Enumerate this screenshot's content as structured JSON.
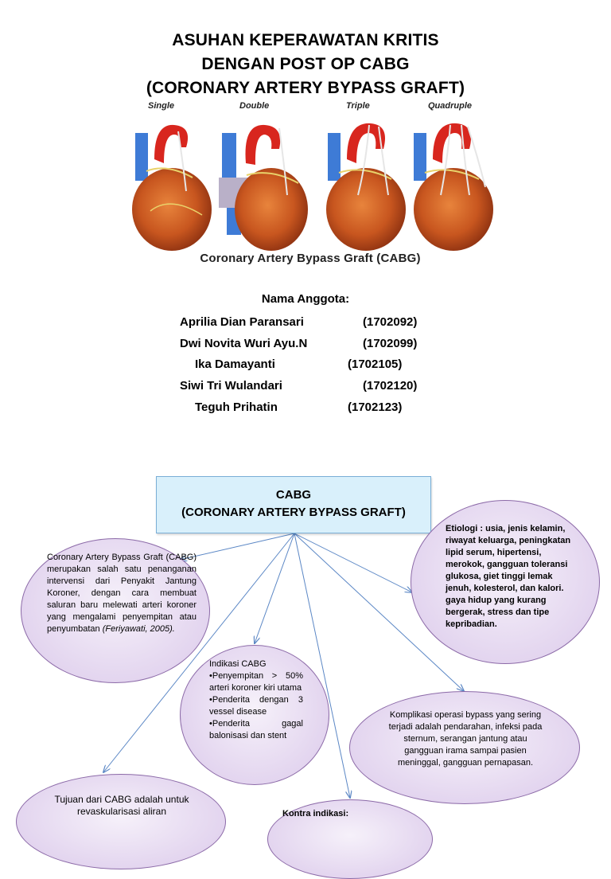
{
  "title": {
    "line1": "ASUHAN KEPERAWATAN KRITIS",
    "line2": "DENGAN POST OP CABG",
    "line3": "(CORONARY ARTERY BYPASS GRAFT)"
  },
  "hero": {
    "labels": [
      "Single",
      "Double",
      "Triple",
      "Quadruple"
    ],
    "caption": "Coronary Artery Bypass Graft (CABG)"
  },
  "members": {
    "heading": "Nama Anggota:",
    "list": [
      {
        "name": "Aprilia Dian Paransari",
        "id": "(1702092)"
      },
      {
        "name": "Dwi Novita Wuri Ayu.N",
        "id": "(1702099)"
      },
      {
        "name": "Ika Damayanti",
        "id": "(1702105)"
      },
      {
        "name": "Siwi Tri Wulandari",
        "id": "(1702120)"
      },
      {
        "name": "Teguh Prihatin",
        "id": "(1702123)"
      }
    ]
  },
  "cabg": {
    "line1": "CABG",
    "line2": "(CORONARY ARTERY BYPASS GRAFT)"
  },
  "definition": {
    "text": "Coronary Artery Bypass Graft (CABG) merupakan salah satu penanganan intervensi dari Penyakit Jantung Koroner, dengan cara membuat saluran baru melewati arteri koroner yang mengalami penyempitan atau penyumbatan",
    "ref": "(Feriyawati, 2005)."
  },
  "etiologi": {
    "text": "Etiologi : usia, jenis kelamin, riwayat keluarga, peningkatan lipid serum, hipertensi, merokok, gangguan toleransi glukosa, giet tinggi lemak jenuh, kolesterol, dan kalori. gaya hidup yang kurang bergerak, stress dan tipe kepribadian."
  },
  "indikasi": {
    "heading": "Indikasi CABG",
    "items": [
      "•Penyempitan > 50% arteri koroner kiri utama",
      "•Penderita dengan 3 vessel disease",
      "•Penderita gagal balonisasi dan stent"
    ]
  },
  "komplikasi": {
    "text": "Komplikasi operasi bypass yang sering terjadi adalah pendarahan, infeksi pada sternum, serangan jantung atau gangguan irama sampai pasien meninggal, gangguan pernapasan."
  },
  "tujuan": {
    "text": "Tujuan dari CABG adalah untuk revaskularisasi aliran"
  },
  "kontra": {
    "heading": "Kontra indikasi:"
  },
  "colors": {
    "arrow": "#5b87c5",
    "bubble_border": "#8c6aa8",
    "box_fill": "#d9f0fb"
  }
}
